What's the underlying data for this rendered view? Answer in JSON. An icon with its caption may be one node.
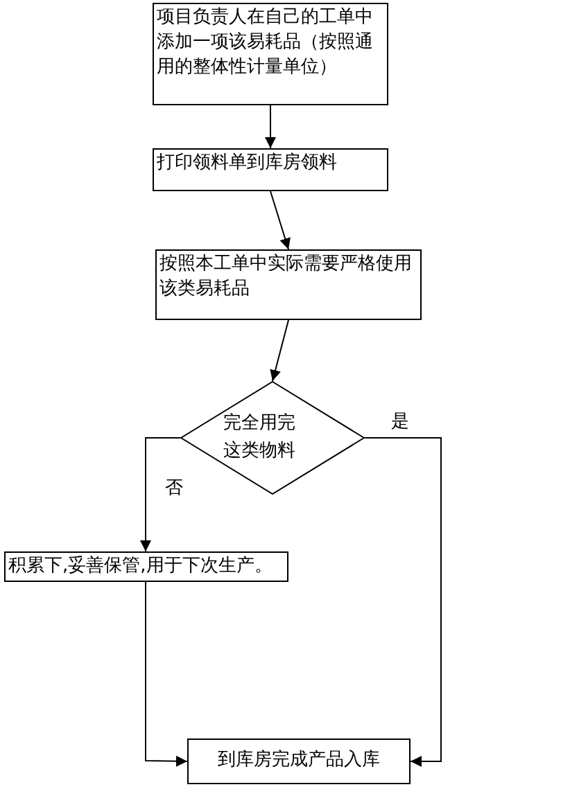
{
  "diagram": {
    "nodes": [
      {
        "text": [
          "项目负责人在自己的工单中添加一项该易耗品（按照通用的整体性计量单位）"
        ]
      },
      {
        "text": [
          "打印领料单到库房领料"
        ]
      },
      {
        "text": [
          "按照本工单中实际需要严格使用该类易耗品"
        ]
      },
      {
        "text": [
          "完全用完这类物料"
        ]
      },
      {
        "text": [
          "积累下,妥善保管,用于下次生产。"
        ]
      },
      {
        "text": [
          "到库房完成产品入库"
        ]
      }
    ],
    "edges": [
      {
        "from": 0,
        "to": 1,
        "arrow": "to"
      },
      {
        "from": 1,
        "to": 2,
        "arrow": "to"
      },
      {
        "from": 2,
        "to": 3,
        "arrow": "to"
      },
      {
        "from": 3,
        "to": 4,
        "label": "否",
        "arrow": "to"
      },
      {
        "from": 3,
        "to": 5,
        "label": "是",
        "arrow": "to"
      },
      {
        "from": 4,
        "to": 5,
        "arrow": "to"
      }
    ]
  }
}
